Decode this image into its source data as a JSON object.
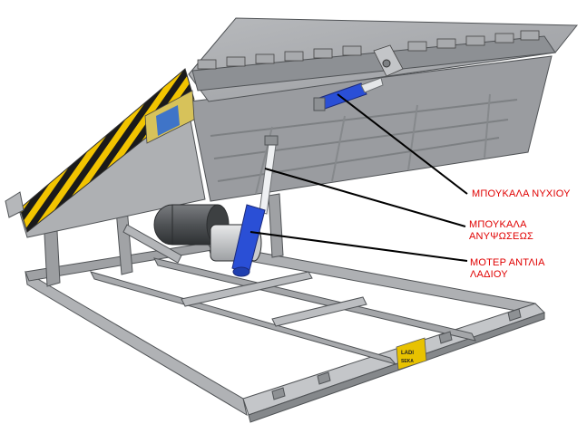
{
  "colors": {
    "label": "#e00000",
    "leader": "#000000",
    "steel": "#a3a5a8",
    "steel_dark": "#6f7276",
    "steel_light": "#c5c7ca",
    "hazard_yellow": "#f2c400",
    "hazard_black": "#1a1a1a",
    "cylinder_blue": "#2a4fd6",
    "motor_grey": "#5a5d60"
  },
  "labels": {
    "lip_cylinder": {
      "line1": "ΜΠΟΥΚΑΛΑ ΝΥΧΙΟΥ"
    },
    "lift_cylinder": {
      "line1": "ΜΠΟΥΚΑΛΑ",
      "line2": "ΑΝΥΨΩΣΕΩΣ"
    },
    "motor_pump": {
      "line1": "ΜΟΤΕΡ ΑΝΤΛΙΑ",
      "line2": "ΛΑΔΙΟΥ"
    }
  },
  "brand_plate": {
    "line1": "LADI",
    "line2": "SEKA"
  }
}
